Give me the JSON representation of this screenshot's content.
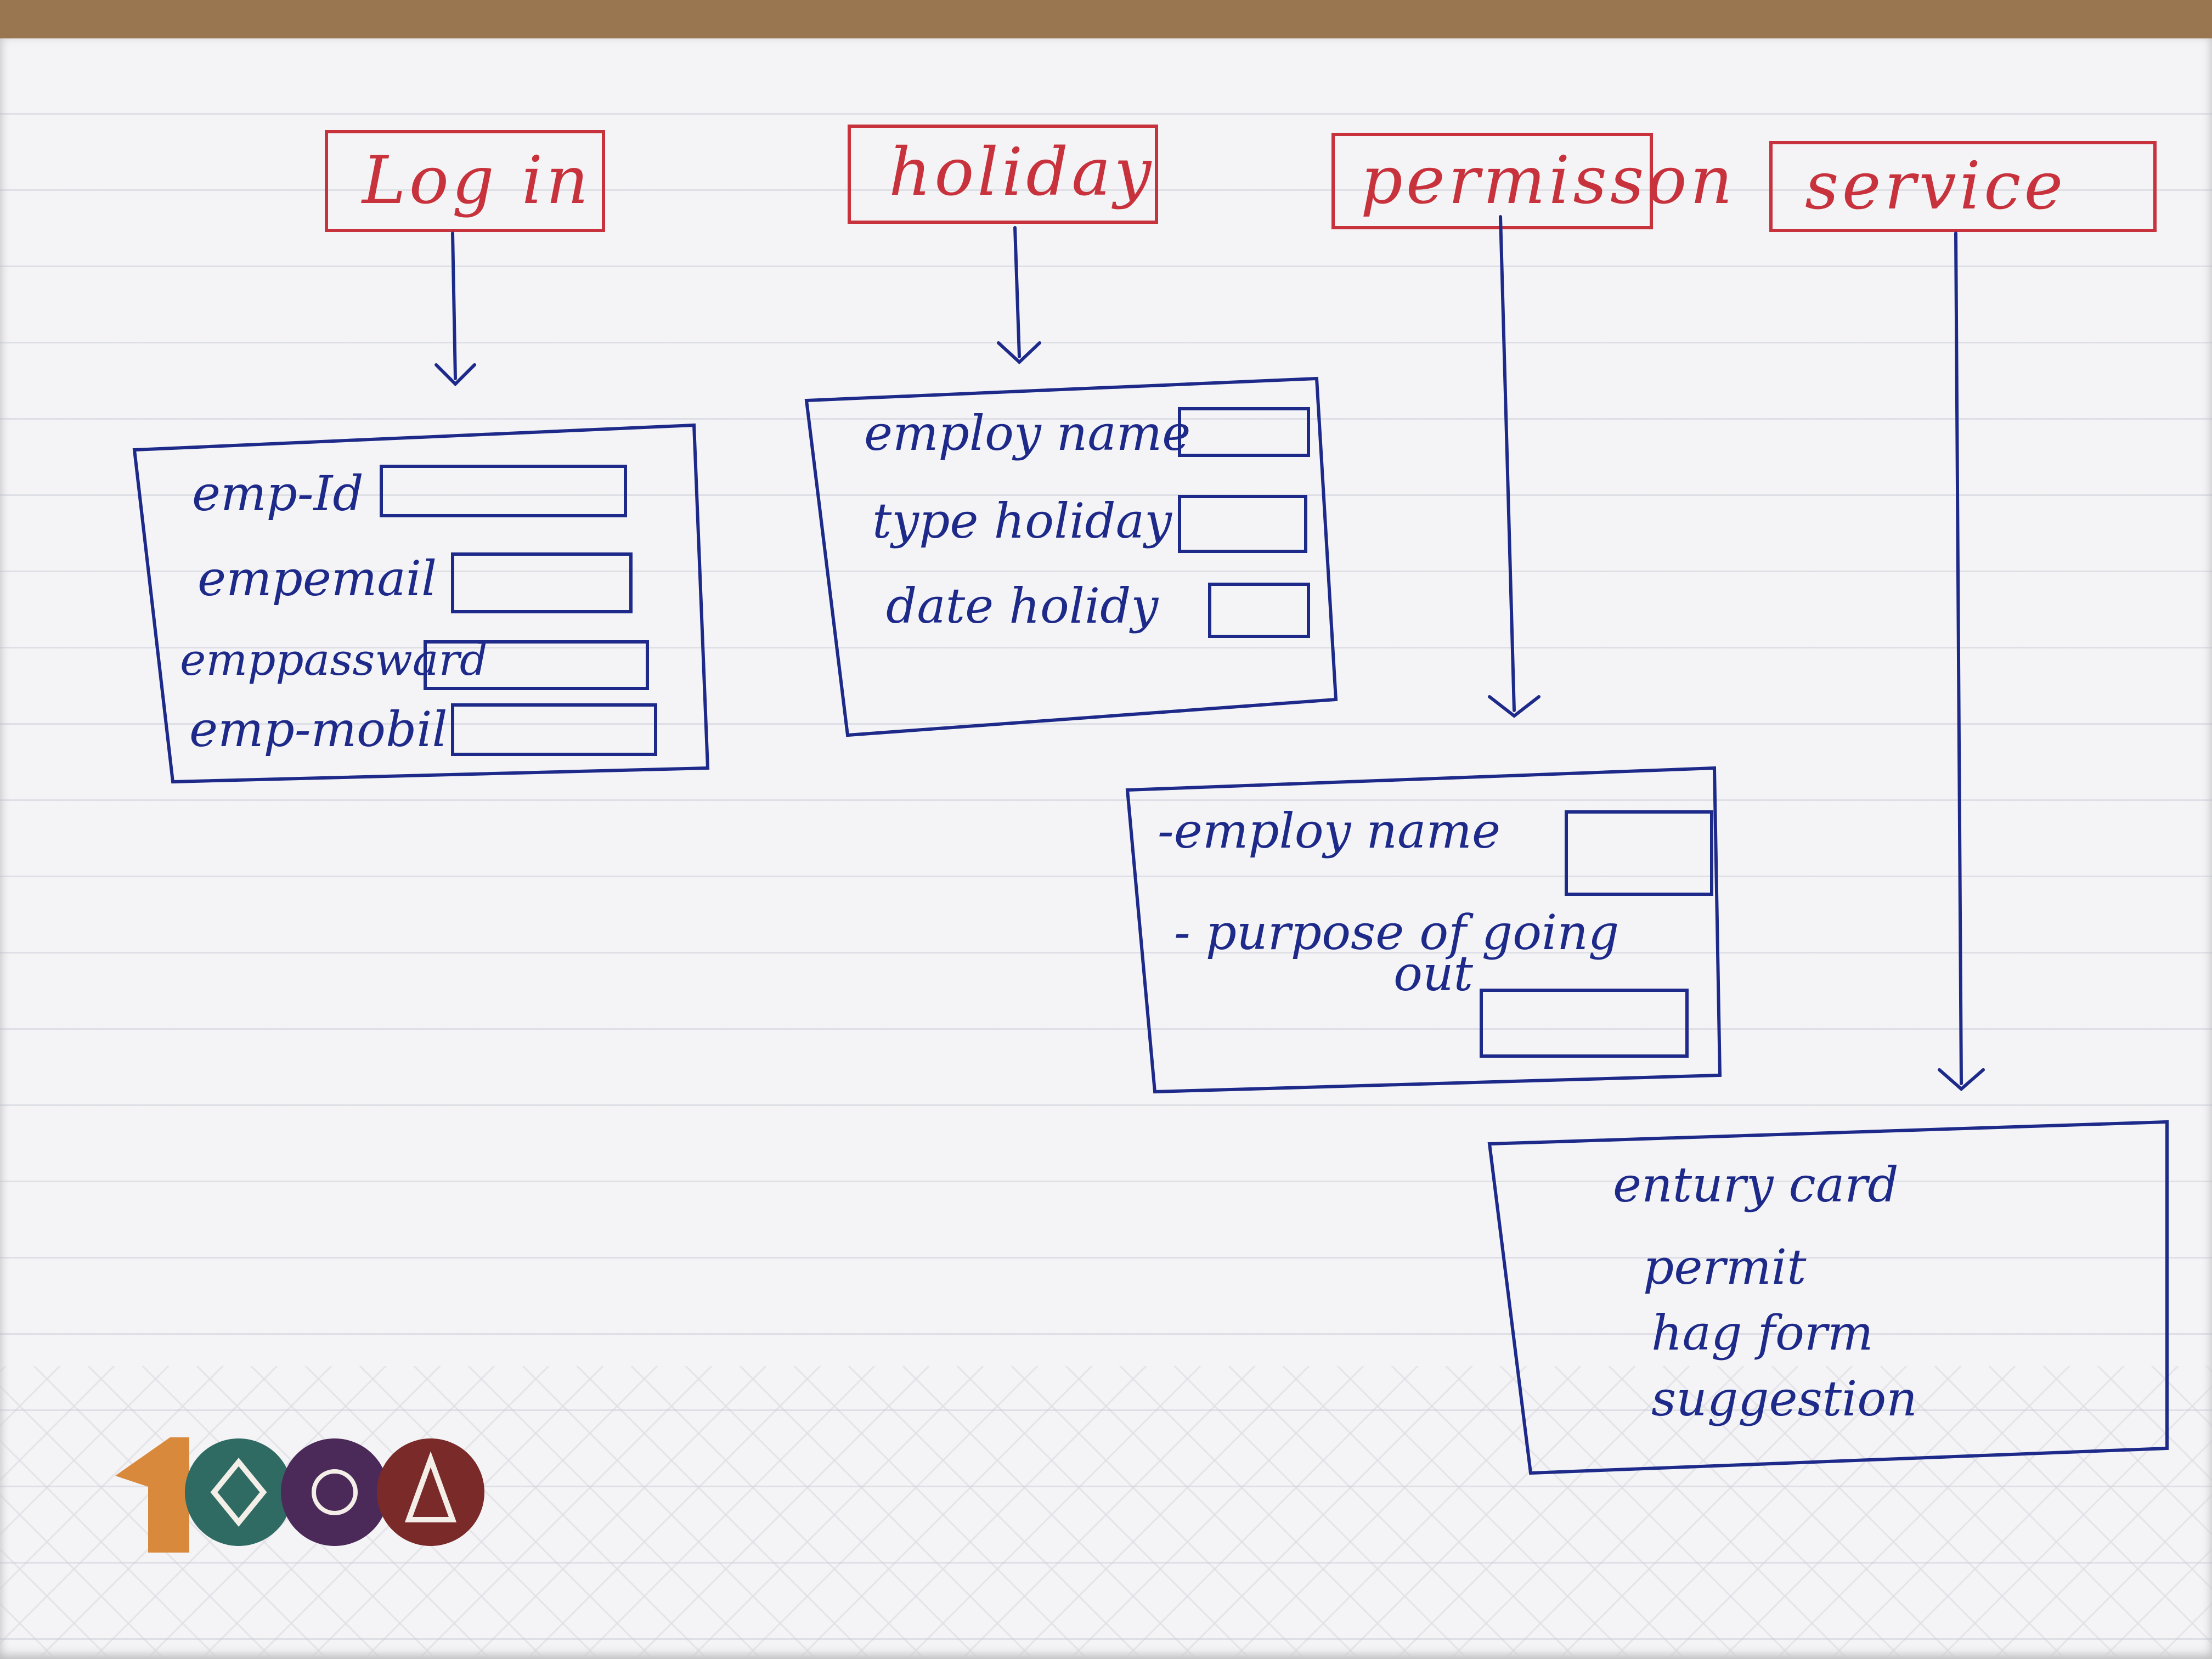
{
  "headers": {
    "login": "Log in",
    "holiday": "holiday",
    "permission": "permisson",
    "service": "service"
  },
  "login_form": {
    "fields": [
      "emp-Id",
      "empemail",
      "emppassward",
      "emp-mobil"
    ]
  },
  "holiday_form": {
    "fields": [
      "employ name",
      "type holiday",
      "date holidy"
    ]
  },
  "permission_form": {
    "fields": [
      "-employ name",
      "- purpose of going",
      "out"
    ]
  },
  "service_list": {
    "items": [
      "entury card",
      "permit",
      "hag form",
      "suggestion"
    ]
  },
  "colors": {
    "red_ink": "#c8323c",
    "blue_ink": "#1e2a8a"
  }
}
